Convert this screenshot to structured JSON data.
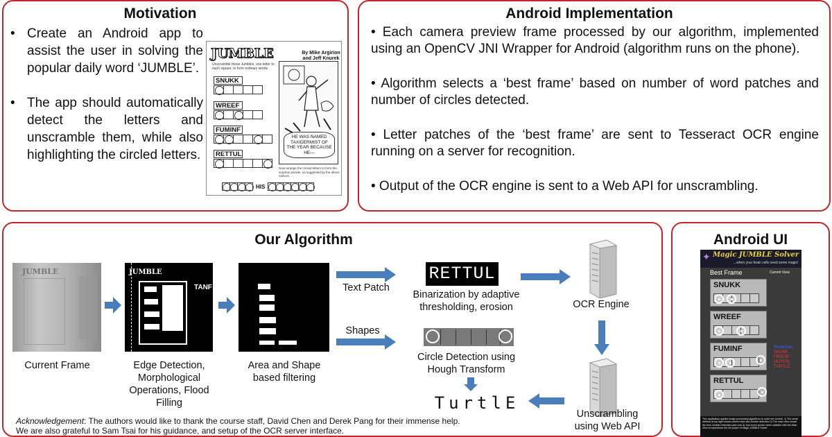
{
  "motivation": {
    "title": "Motivation",
    "bullets": [
      "Create an Android app to assist the user in solving the popular daily word ‘JUMBLE’.",
      "The app should automatically detect the letters and unscramble them, while also highlighting the circled letters."
    ],
    "puzzle": {
      "logo": "JUMBLE",
      "authors": "By Mike Argirion and Jeff Knurek",
      "instructions": "Unscramble these Jumbles, one letter to each square, to form ordinary words.",
      "words": [
        "SNUKK",
        "WREEF",
        "FUMINF",
        "RETTUL"
      ],
      "cartoon_caption": "HE WAS NAMED TAXIDERMIST OF THE YEAR BECAUSE HE—",
      "bottom_text": "Now arrange the circled letters to form the surprise answer, as suggested by the above cartoon.",
      "answer_word": "HIS"
    }
  },
  "implementation": {
    "title": "Android Implementation",
    "paragraphs": [
      "• Each camera preview frame processed by our algorithm, implemented using an  OpenCV JNI Wrapper for Android (algorithm runs on the phone).",
      "• Algorithm selects a ‘best frame’ based on number of word patches and number of circles detected.",
      "• Letter patches of  the ‘best frame’ are sent to Tesseract OCR engine running on a server for recognition.",
      "• Output of the OCR engine is sent to a Web API for unscrambling."
    ]
  },
  "algorithm": {
    "title": "Our Algorithm",
    "captions": {
      "current_frame": "Current Frame",
      "edge": "Edge Detection, Morphological Operations, Flood Filling",
      "area": "Area and Shape based filtering",
      "text_patch": "Text Patch",
      "shapes": "Shapes",
      "binarization": "Binarization by adaptive thresholding, erosion",
      "circle": "Circle Detection using Hough Transform",
      "ocr": "OCR Engine",
      "unscramble": "Unscrambling using Web API"
    },
    "patch_word": "RETTUL",
    "result_word": "TurtlE",
    "frame_label": "JUMBLE",
    "edge_label": "TANF",
    "ack_label": "Acknowledgement",
    "ack_text": ": The authors would like to thank the course staff, David Chen and Derek Pang for their immense help.",
    "ack_text2": "We are also grateful to Sam Tsai for his guidance, and setup of the OCR server interface."
  },
  "android_ui": {
    "title": "Android UI",
    "app_title": "Magic JUMBLE Solver",
    "subtitle": "...when your brain cells need some magic!",
    "best_frame": "Best Frame",
    "current_view": "Current View",
    "words": [
      "SNUKK",
      "WREEF",
      "FUMINF",
      "RETTUL"
    ],
    "prediction_label": "Prediction:",
    "predictions": [
      "SKUNK",
      "FREEW",
      "MUFFIN",
      "TURTLE"
    ],
    "footer": "This application applies image processing algorithms to solve the Jumble. 1) The small window at top right shows current view and Jumble detection 2) The main view shows the best Jumble Detection upto now 3) Just touch screen when satisfied with the Main View to experience the full power of Magic JUMBLE Solver"
  },
  "colors": {
    "border": "#c0262b",
    "arrow": "#4a7ebb"
  }
}
